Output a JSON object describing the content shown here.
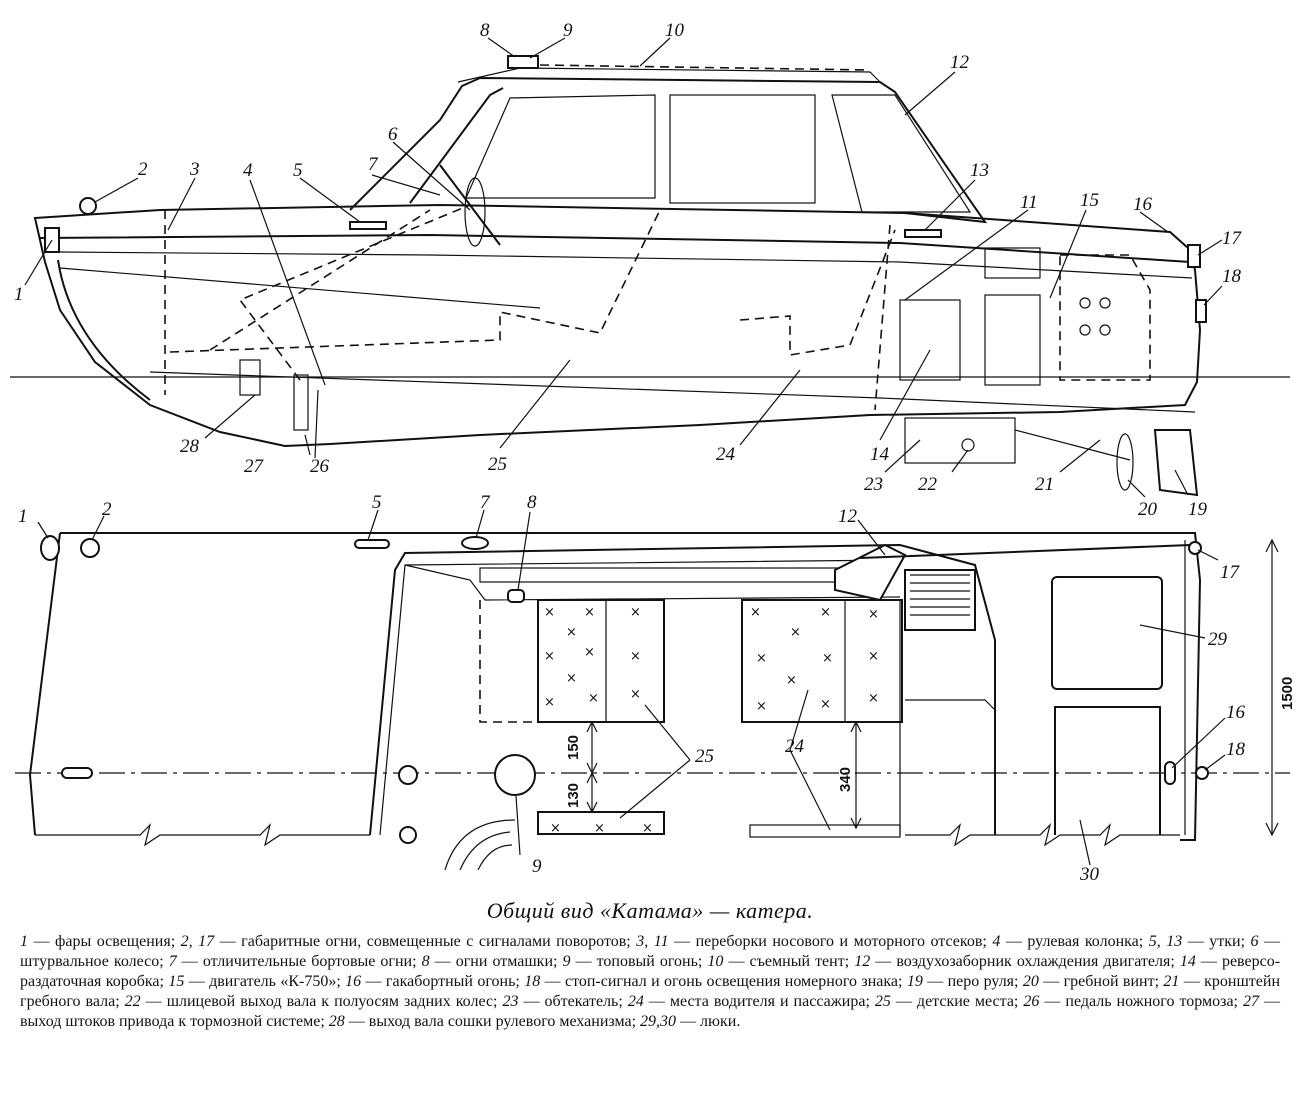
{
  "caption": {
    "title": "Общий вид «Катама» — катера."
  },
  "legend": [
    {
      "num": "1",
      "text": "фары освещения;"
    },
    {
      "num": "2, 17",
      "text": "габаритные огни, совмещенные с сигналами поворотов;"
    },
    {
      "num": "3, 11",
      "text": "переборки носового и моторного отсеков;"
    },
    {
      "num": "4",
      "text": "рулевая колонка;"
    },
    {
      "num": "5, 13",
      "text": "утки;"
    },
    {
      "num": "6",
      "text": "штурвальное колесо;"
    },
    {
      "num": "7",
      "text": "отличительные бортовые огни;"
    },
    {
      "num": "8",
      "text": "огни отмашки;"
    },
    {
      "num": "9",
      "text": "топовый огонь;"
    },
    {
      "num": "10",
      "text": "съемный тент;"
    },
    {
      "num": "12",
      "text": "воздухозаборник охлаждения двигателя;"
    },
    {
      "num": "14",
      "text": "реверсо-раздаточная коробка;"
    },
    {
      "num": "15",
      "text": "двигатель «К-750»;"
    },
    {
      "num": "16",
      "text": "гакабортный огонь;"
    },
    {
      "num": "18",
      "text": "стоп-сигнал и огонь освещения номерного знака;"
    },
    {
      "num": "19",
      "text": "перо руля;"
    },
    {
      "num": "20",
      "text": "гребной винт;"
    },
    {
      "num": "21",
      "text": "кронштейн гребного вала;"
    },
    {
      "num": "22",
      "text": "шлицевой выход вала к полуосям задних колес;"
    },
    {
      "num": "23",
      "text": "обтекатель;"
    },
    {
      "num": "24",
      "text": "места водителя и пассажира;"
    },
    {
      "num": "25",
      "text": "детские места;"
    },
    {
      "num": "26",
      "text": "педаль ножного тормоза;"
    },
    {
      "num": "27",
      "text": "выход штоков привода к тормозной системе;"
    },
    {
      "num": "28",
      "text": "выход вала сошки рулевого механизма;"
    },
    {
      "num": "29,30",
      "text": "люки."
    }
  ],
  "dimensions": {
    "d1500": "1500",
    "d150": "150",
    "d130": "130",
    "d340": "340"
  },
  "callouts": {
    "side": [
      "1",
      "2",
      "3",
      "4",
      "5",
      "6",
      "7",
      "8",
      "9",
      "10",
      "11",
      "12",
      "13",
      "14",
      "15",
      "16",
      "17",
      "18",
      "19",
      "20",
      "21",
      "22",
      "23",
      "24",
      "25",
      "26",
      "27",
      "28"
    ],
    "plan": [
      "1",
      "2",
      "5",
      "7",
      "8",
      "12",
      "17",
      "29",
      "16",
      "18",
      "25",
      "24",
      "9",
      "30"
    ]
  },
  "colors": {
    "ink": "#111111",
    "paper": "#ffffff"
  }
}
